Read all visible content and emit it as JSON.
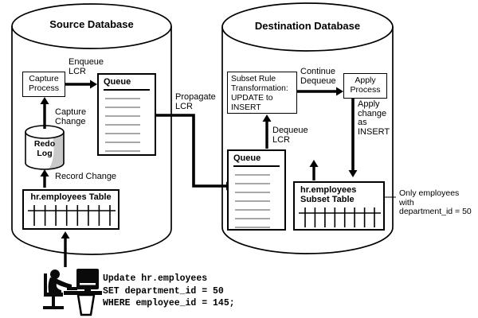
{
  "colors": {
    "ink": "#000000",
    "queue_line": "#a8a8a8",
    "redo_shadow": "#c9c9c9",
    "background": "#ffffff"
  },
  "source": {
    "title": "Source Database",
    "capture_process": "Capture\nProcess",
    "enqueue_label": "Enqueue\nLCR",
    "capture_change_label": "Capture\nChange",
    "record_change_label": "Record Change",
    "queue_title": "Queue",
    "redo_log": "Redo\nLog",
    "table_title": "hr.employees Table"
  },
  "destination": {
    "title": "Destination Database",
    "subset_rule": "Subset Rule\nTransformation:\nUPDATE to\nINSERT",
    "continue_dequeue_label": "Continue\nDequeue",
    "apply_process": "Apply\nProcess",
    "apply_change_label": "Apply\nchange\nas\nINSERT",
    "dequeue_label": "Dequeue\nLCR",
    "queue_title": "Queue",
    "subset_table_title": "hr.employees\nSubset Table"
  },
  "propagate_label": "Propagate\nLCR",
  "callout_label": "Only employees\nwith\ndepartment_id = 50",
  "sql_statement": "Update hr.employees\nSET department_id = 50\nWHERE employee_id = 145;"
}
